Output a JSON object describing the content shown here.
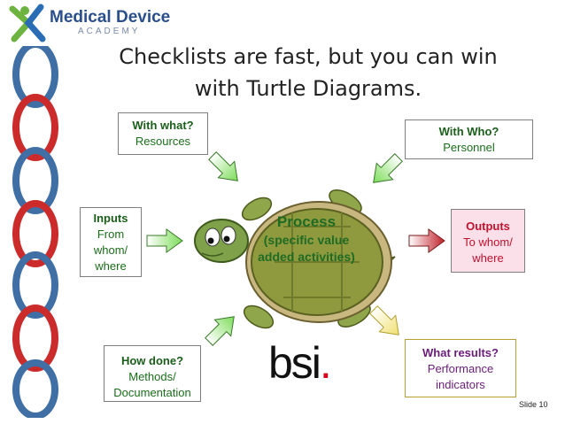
{
  "logo": {
    "name": "Medical Device",
    "sub": "ACADEMY",
    "colors": {
      "x_green": "#6cb33f",
      "x_blue": "#2a6db5",
      "text": "#2a4f8c"
    }
  },
  "title": {
    "line1": "Checklists are fast, but you can win",
    "line2": "with Turtle Diagrams."
  },
  "boxes": {
    "with_what": {
      "heading": "With what?",
      "text": "Resources"
    },
    "with_who": {
      "heading": "With Who?",
      "text": "Personnel"
    },
    "inputs": {
      "heading": "Inputs",
      "lines": [
        "From",
        "whom/",
        "where"
      ]
    },
    "outputs": {
      "heading": "Outputs",
      "lines": [
        "To whom/",
        "where"
      ]
    },
    "how_done": {
      "heading": "How done?",
      "lines": [
        "Methods/",
        "Documentation"
      ]
    },
    "what_results": {
      "heading": "What results?",
      "lines": [
        "Performance",
        "indicators"
      ]
    }
  },
  "process": {
    "heading": "Process",
    "line1": "(specific value",
    "line2": "added activities)"
  },
  "bsi": {
    "text": "bsi",
    "dot": "."
  },
  "slide": {
    "label": "Slide 10"
  },
  "colors": {
    "chain_blue": "#3f6fa5",
    "chain_red": "#cc2b2b",
    "arrow_green": "#7ddc5a",
    "arrow_red": "#c0202a",
    "arrow_yellow": "#f0e070",
    "process_text": "#1f6b24",
    "turtle_shell": "#8f9a3e"
  }
}
